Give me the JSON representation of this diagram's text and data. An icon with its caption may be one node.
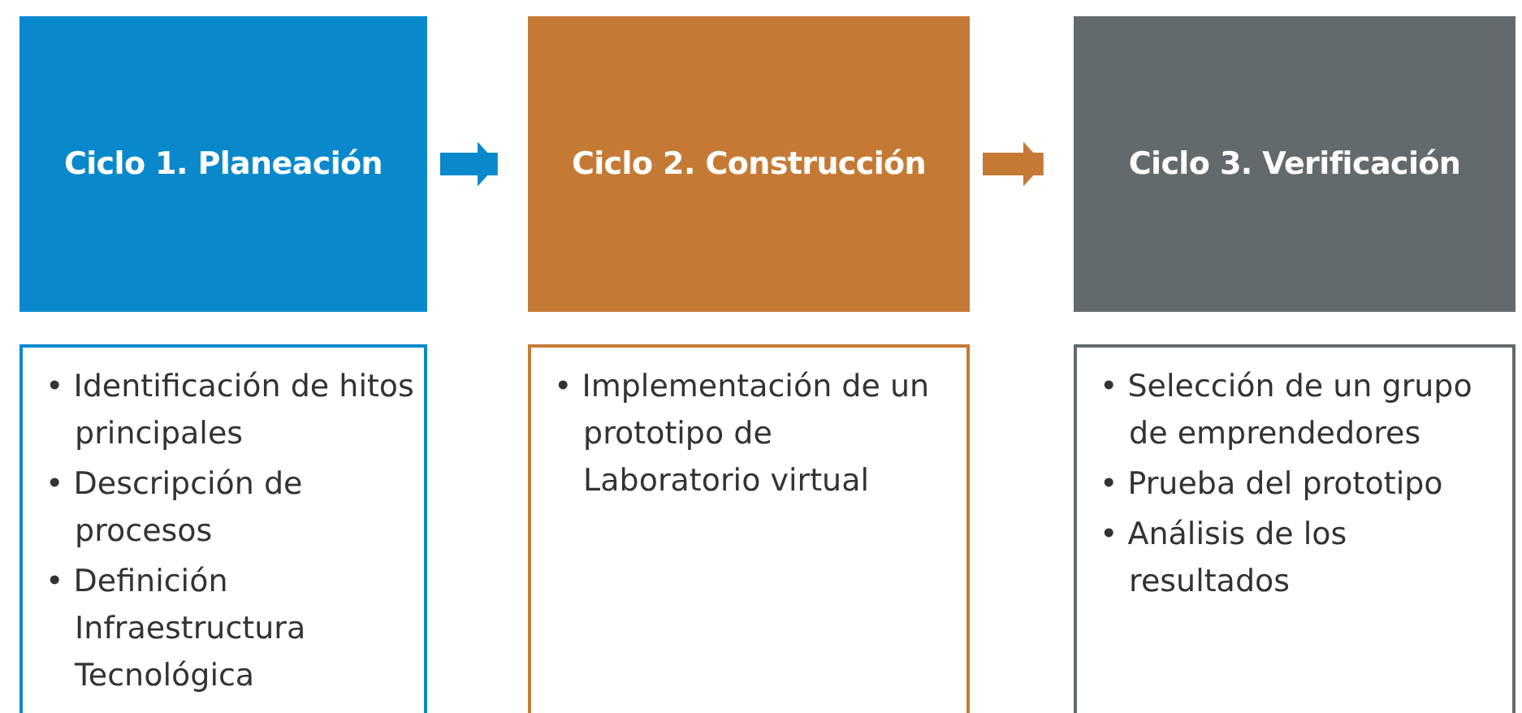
{
  "diagram": {
    "nodes": [
      {
        "text": [
          "Ciclo 1. Planeación"
        ]
      },
      {
        "text": [
          "Ciclo 2. Construcción"
        ]
      },
      {
        "text": [
          "Ciclo 3. Verificación"
        ]
      },
      {
        "text": [
          "• Identificación de hitos principales",
          "• Descripción de procesos",
          "• Definición Infraestructura Tecnológica"
        ]
      },
      {
        "text": [
          "• Implementación de un prototipo de Laboratorio virtual"
        ]
      },
      {
        "text": [
          "• Selección de un grupo de emprendedores",
          "• Prueba del prototipo",
          "• Análisis de los resultados"
        ]
      }
    ],
    "edges": [
      {
        "from": 0,
        "to": 1,
        "arrow": "to",
        "color": "#0a88cc"
      },
      {
        "from": 1,
        "to": 2,
        "arrow": "to",
        "color": "#c47a35"
      }
    ]
  }
}
